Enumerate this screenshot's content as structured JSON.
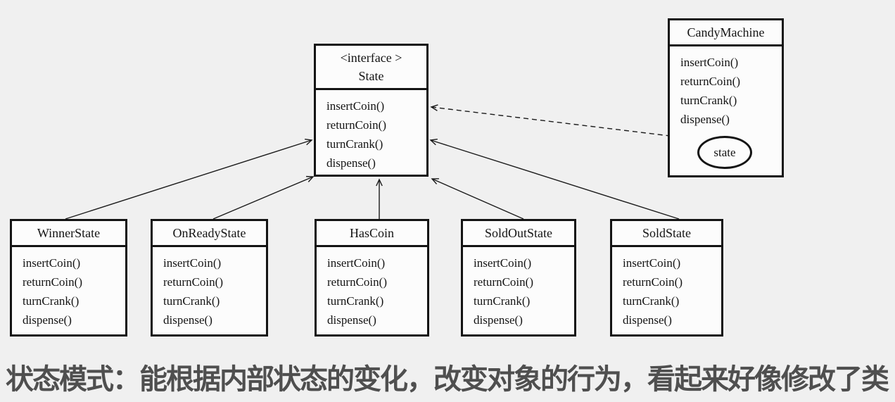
{
  "diagram": {
    "state_interface": {
      "stereotype": "<interface >",
      "name": "State",
      "methods": [
        "insertCoin()",
        "returnCoin()",
        "turnCrank()",
        "dispense()"
      ]
    },
    "candy_machine": {
      "name": "CandyMachine",
      "methods": [
        "insertCoin()",
        "returnCoin()",
        "turnCrank()",
        "dispense()"
      ],
      "field": "state"
    },
    "subclasses": [
      {
        "name": "WinnerState",
        "methods": [
          "insertCoin()",
          "returnCoin()",
          "turnCrank()",
          "dispense()"
        ]
      },
      {
        "name": "OnReadyState",
        "methods": [
          "insertCoin()",
          "returnCoin()",
          "turnCrank()",
          "dispense()"
        ]
      },
      {
        "name": "HasCoin",
        "methods": [
          "insertCoin()",
          "returnCoin()",
          "turnCrank()",
          "dispense()"
        ]
      },
      {
        "name": "SoldOutState",
        "methods": [
          "insertCoin()",
          "returnCoin()",
          "turnCrank()",
          "dispense()"
        ]
      },
      {
        "name": "SoldState",
        "methods": [
          "insertCoin()",
          "returnCoin()",
          "turnCrank()",
          "dispense()"
        ]
      }
    ]
  },
  "caption": "状态模式：能根据内部状态的变化，改变对象的行为，看起来好像修改了类",
  "colors": {
    "background": "#f0f0f0",
    "box_fill": "#fcfcfc",
    "border": "#141414",
    "connector": "#1b1b1b",
    "caption_text": "#4f4f4f"
  }
}
